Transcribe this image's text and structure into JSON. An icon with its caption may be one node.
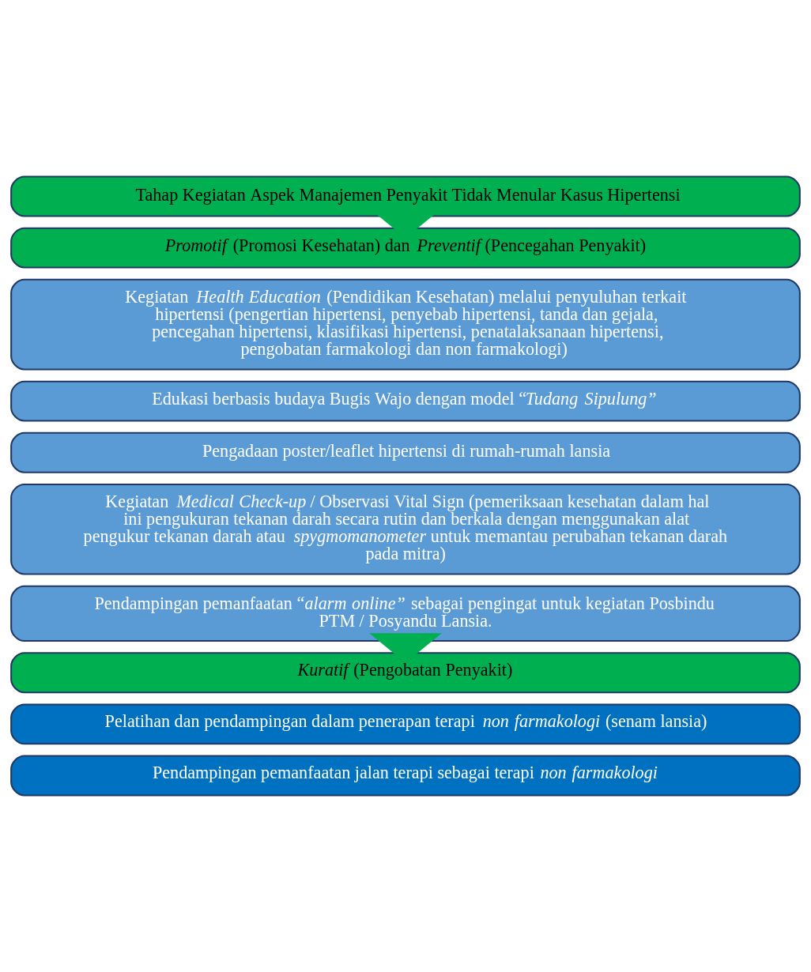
{
  "diagram": {
    "nodes": [
      {
        "text": [
          "Tahap Kegiatan Aspek Manajemen Penyakit Tidak Menular Kasus Hipertensi"
        ]
      },
      {
        "text": [
          "*Promotif* (Promosi Kesehatan) dan *Preventif* (Pencegahan Penyakit)"
        ]
      },
      {
        "text": [
          "Kegiatan *Health Education* (Pendidikan Kesehatan) melalui penyuluhan terkait hipertensi (pengertian hipertensi, penyebab hipertensi, tanda dan gejala, pencegahan hipertensi, klasifikasi hipertensi, penatalaksanaan hipertensi, pengobatan farmakologi dan non farmakologi)"
        ]
      },
      {
        "text": [
          "Edukasi berbasis budaya Bugis Wajo dengan model “*Tudang Sipulung”*"
        ]
      },
      {
        "text": [
          "Pengadaan poster/leaflet hipertensi di rumah-rumah lansia"
        ]
      },
      {
        "text": [
          "Kegiatan *Medical Check-up* / Observasi Vital Sign (pemeriksaan kesehatan dalam hal ini pengukuran tekanan darah secara rutin dan berkala dengan menggunakan alat pengukur tekanan darah atau *spygmomanometer* untuk memantau perubahan tekanan darah pada mitra)"
        ]
      },
      {
        "text": [
          "Pendampingan pemanfaatan “*alarm online”* sebagai pengingat untuk kegiatan Posbindu PTM / Posyandu Lansia."
        ]
      },
      {
        "text": [
          "*Kuratif* (Pengobatan Penyakit)"
        ]
      },
      {
        "text": [
          "Pelatihan dan pendampingan dalam penerapan terapi *non farmakologi* (senam lansia)"
        ]
      },
      {
        "text": [
          "Pendampingan pemanfaatan jalan terapi sebagai terapi *non farmakologi*"
        ]
      }
    ],
    "edges": [
      {
        "from": 0,
        "to": 1,
        "arrow": "to",
        "style": "thick"
      },
      {
        "from": 6,
        "to": 7,
        "arrow": "to",
        "style": "thick"
      }
    ]
  }
}
